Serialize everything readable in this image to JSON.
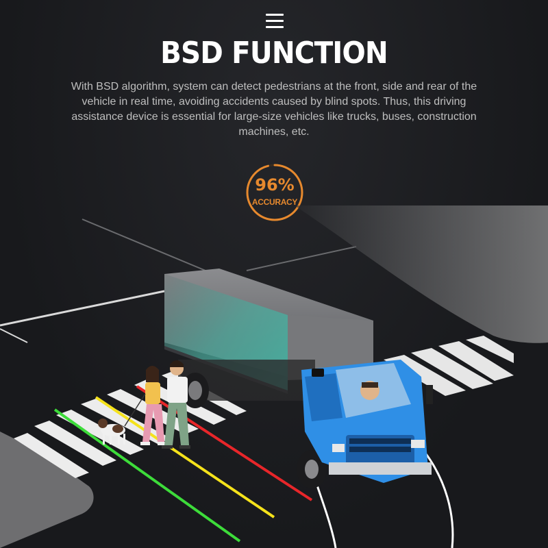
{
  "header": {
    "menu_icon": "hamburger-menu-icon"
  },
  "hero": {
    "title": "BSD FUNCTION",
    "description": "With BSD algorithm,  system can detect pedestrians at the front, side and rear of the vehicle in real time, avoiding accidents caused by blind spots. Thus, this driving assistance device is essential for large-size vehicles like trucks, buses, construction machines, etc."
  },
  "badge": {
    "value": "96%",
    "label": "ACCURACY",
    "fraction": 0.96,
    "color": "#e6892e"
  },
  "illustration": {
    "subject": "truck-blind-spot-scene",
    "zone_colors": [
      "#3ddc3a",
      "#f5e21b",
      "#e8262a"
    ],
    "truck_cab_color": "#2f8fe6",
    "sensor_glow_color": "#2ee6c8"
  }
}
